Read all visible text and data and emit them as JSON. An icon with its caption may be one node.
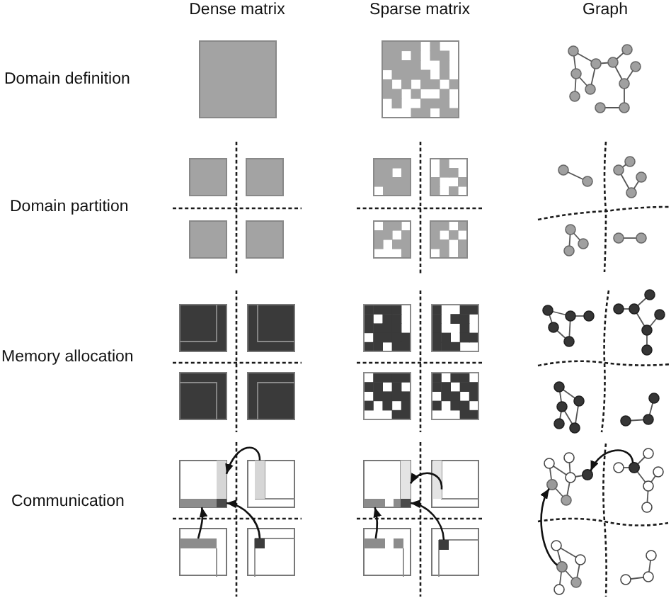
{
  "diagram": {
    "nodes": [
      {
        "text": [],
        "shape": "bar"
      },
      {
        "text": [],
        "shape": "bar"
      },
      {
        "text": [],
        "shape": "box"
      },
      {
        "text": [],
        "shape": "bar"
      },
      {
        "text": [],
        "shape": "bar"
      },
      {
        "text": [],
        "shape": "box"
      },
      {
        "text": [],
        "shape": "bar"
      },
      {
        "text": [],
        "shape": "bar"
      },
      {
        "text": [],
        "shape": "box"
      },
      {
        "text": [],
        "shape": "bar"
      },
      {
        "text": [],
        "shape": "bar"
      },
      {
        "text": [],
        "shape": "box"
      },
      {
        "text": [],
        "shape": "circle"
      },
      {
        "text": [],
        "shape": "circle"
      },
      {
        "text": [],
        "shape": "circle"
      },
      {
        "text": [],
        "shape": "circle"
      }
    ],
    "edges": [
      {
        "from": 3,
        "to": 0,
        "arrow": "to"
      },
      {
        "from": 4,
        "to": 1,
        "arrow": "to"
      },
      {
        "from": 5,
        "to": 2,
        "arrow": "to"
      },
      {
        "from": 9,
        "to": 6,
        "arrow": "to"
      },
      {
        "from": 10,
        "to": 7,
        "arrow": "to"
      },
      {
        "from": 11,
        "to": 8,
        "arrow": "to"
      },
      {
        "from": 14,
        "to": 13,
        "arrow": "to"
      },
      {
        "from": 15,
        "to": 12,
        "arrow": "to"
      }
    ],
    "labels": [
      "Dense matrix",
      "Sparse matrix",
      "Graph",
      "Domain definition",
      "Domain partition",
      "Memory allocation",
      "Communication"
    ]
  }
}
